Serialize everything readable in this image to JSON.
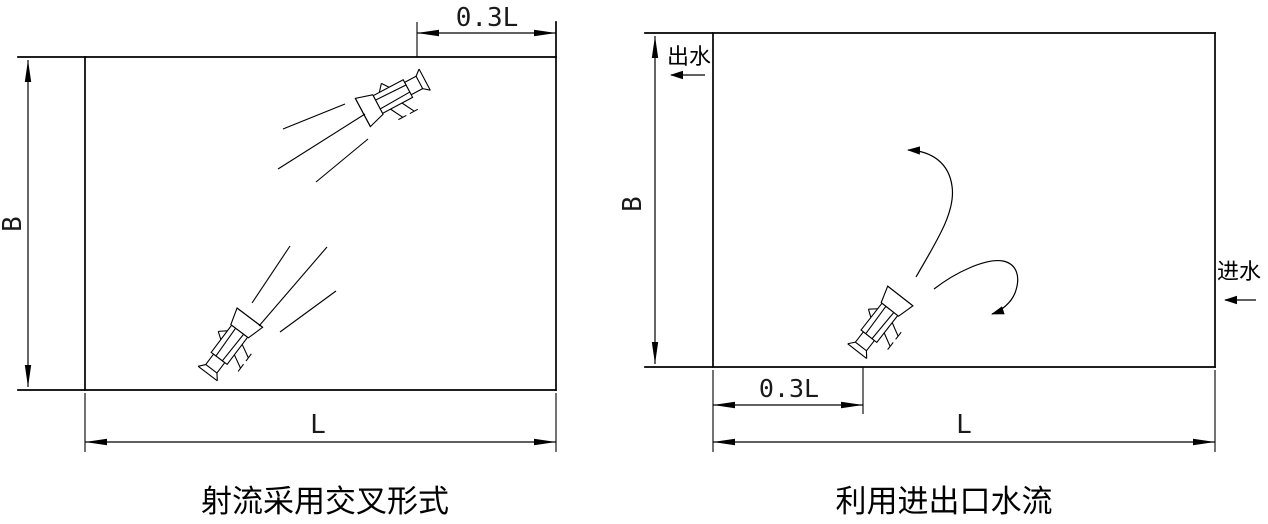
{
  "page": {
    "background": "#ffffff",
    "line_color": "#000000",
    "text_color": "#1a1a1a"
  },
  "left_panel": {
    "caption": "射流采用交叉形式",
    "width_label": "L",
    "height_label": "B",
    "offset_label": "0.3L"
  },
  "right_panel": {
    "caption": "利用进出口水流",
    "width_label": "L",
    "height_label": "B",
    "offset_label": "0.3L",
    "outlet_label": "出水",
    "inlet_label": "进水"
  }
}
